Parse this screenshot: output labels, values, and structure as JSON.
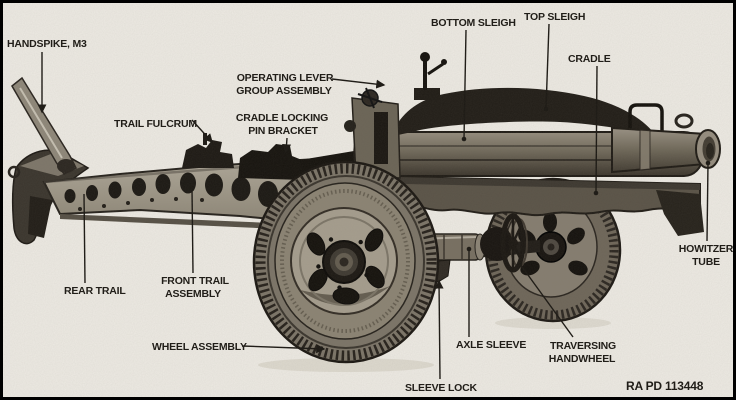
{
  "figure": {
    "photo_credit": "RA PD 113448",
    "colors": {
      "paper": "#edeae3",
      "ink": "#1a1712",
      "frame": "#000000"
    },
    "labels": [
      {
        "name": "handspike",
        "lines": [
          "HANDSPIKE, M3"
        ]
      },
      {
        "name": "trail-fulcrum",
        "lines": [
          "TRAIL FULCRUM"
        ]
      },
      {
        "name": "operating-lever-group-assembly",
        "lines": [
          "OPERATING LEVER",
          "GROUP ASSEMBLY"
        ]
      },
      {
        "name": "cradle-locking-pin-bracket",
        "lines": [
          "CRADLE LOCKING",
          "PIN BRACKET"
        ]
      },
      {
        "name": "bottom-sleigh",
        "lines": [
          "BOTTOM SLEIGH"
        ]
      },
      {
        "name": "top-sleigh",
        "lines": [
          "TOP SLEIGH"
        ]
      },
      {
        "name": "cradle",
        "lines": [
          "CRADLE"
        ]
      },
      {
        "name": "howitzer-tube",
        "lines": [
          "HOWITZER",
          "TUBE"
        ]
      },
      {
        "name": "rear-trail",
        "lines": [
          "REAR TRAIL"
        ]
      },
      {
        "name": "front-trail-assembly",
        "lines": [
          "FRONT TRAIL",
          "ASSEMBLY"
        ]
      },
      {
        "name": "wheel-assembly",
        "lines": [
          "WHEEL ASSEMBLY"
        ]
      },
      {
        "name": "sleeve-lock",
        "lines": [
          "SLEEVE LOCK"
        ]
      },
      {
        "name": "axle-sleeve",
        "lines": [
          "AXLE SLEEVE"
        ]
      },
      {
        "name": "traversing-handwheel",
        "lines": [
          "TRAVERSING",
          "HANDWHEEL"
        ]
      }
    ]
  }
}
